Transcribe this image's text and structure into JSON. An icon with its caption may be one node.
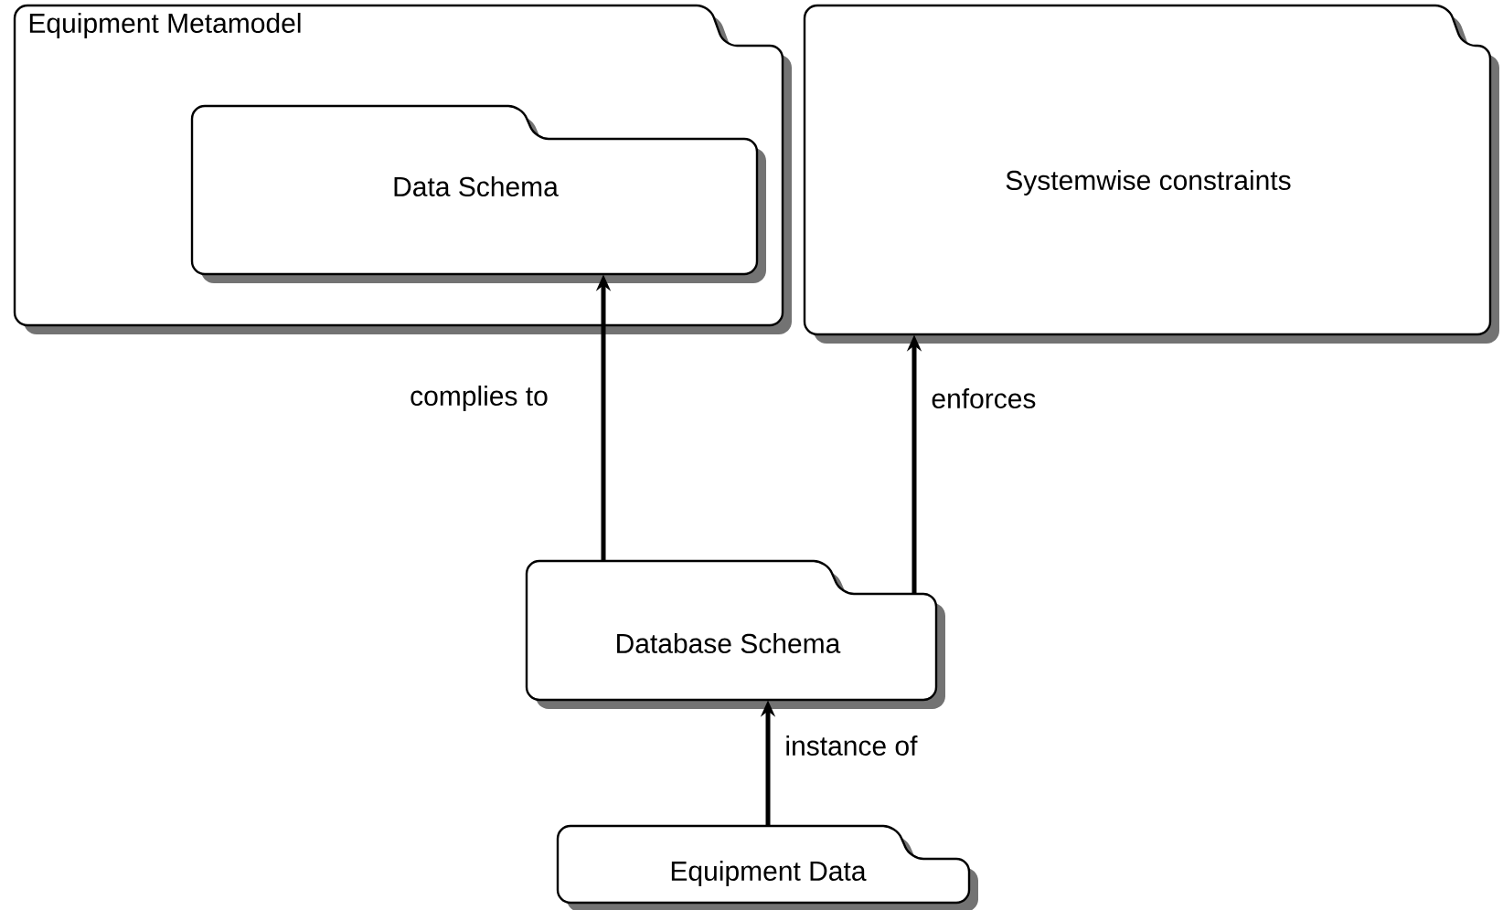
{
  "diagram": {
    "nodes": [
      {
        "text": [
          "Equipment Metamodel"
        ]
      },
      {
        "text": [
          "Data Schema"
        ],
        "in": 0
      },
      {
        "text": [
          "Systemwise constraints"
        ]
      },
      {
        "text": [
          "Database Schema"
        ]
      },
      {
        "text": [
          "Equipment Data"
        ]
      }
    ],
    "edges": [
      {
        "from": 3,
        "to": 1,
        "arrow": "to",
        "label": "complies to"
      },
      {
        "from": 3,
        "to": 2,
        "arrow": "to",
        "label": "enforces"
      },
      {
        "from": 4,
        "to": 3,
        "arrow": "to",
        "label": "instance of"
      }
    ]
  }
}
